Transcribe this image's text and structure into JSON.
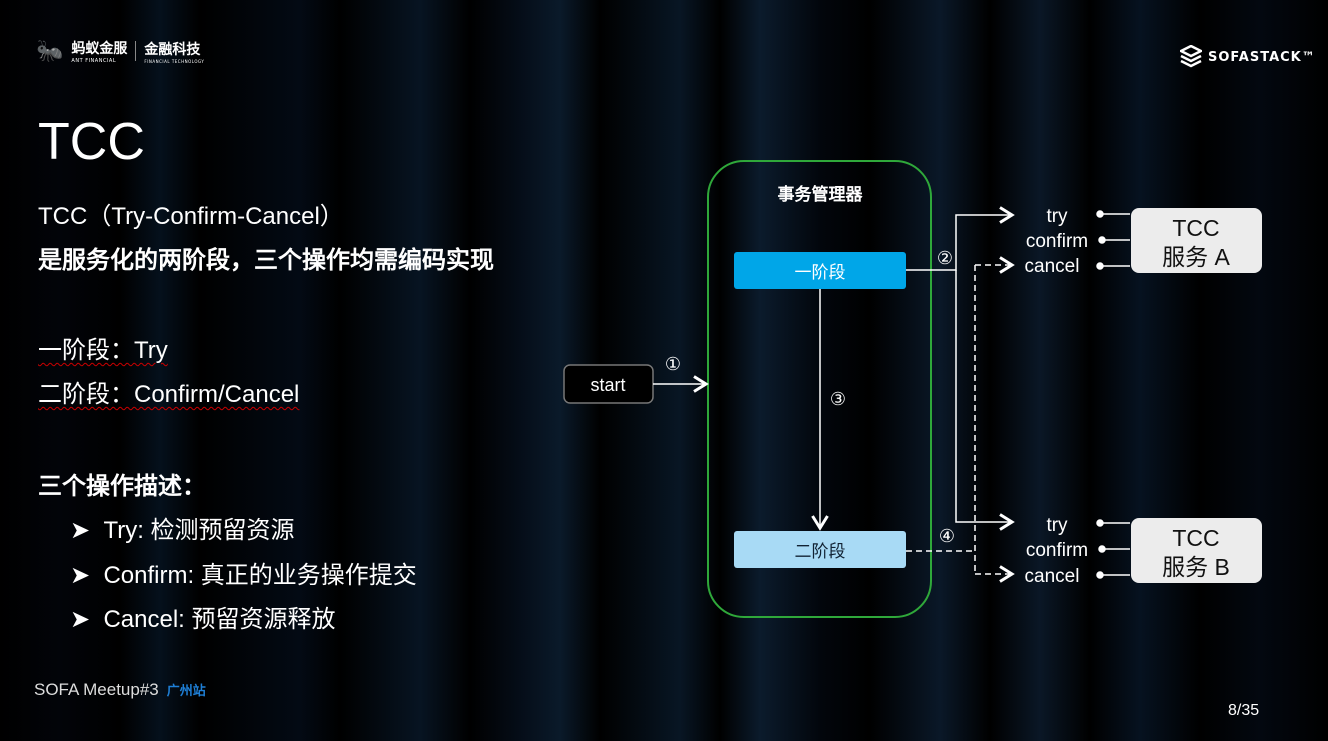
{
  "header": {
    "logo_left_cn": "蚂蚁金服",
    "logo_left_en": "ANT FINANCIAL",
    "logo_left_cn2": "金融科技",
    "logo_left_en2": "FINANCIAL TECHNOLOGY",
    "logo_right": "SOFASTACK™"
  },
  "slide": {
    "title": "TCC",
    "line1": "TCC（Try-Confirm-Cancel）",
    "line2": "是服务化的两阶段，三个操作均需编码实现",
    "phase1": "一阶段：Try",
    "phase2": "二阶段：Confirm/Cancel",
    "ops_heading": "三个操作描述：",
    "ops": [
      "Try: 检测预留资源",
      "Confirm: 真正的业务操作提交",
      "Cancel: 预留资源释放"
    ]
  },
  "diagram": {
    "manager": "事务管理器",
    "phase1": "一阶段",
    "phase2": "二阶段",
    "start": "start",
    "steps": [
      "①",
      "②",
      "③",
      "④"
    ],
    "service_a": {
      "line1": "TCC",
      "line2": "服务 A"
    },
    "service_b": {
      "line1": "TCC",
      "line2": "服务 B"
    },
    "ops": [
      "try",
      "confirm",
      "cancel"
    ],
    "colors": {
      "manager_border": "#2fa83a",
      "phase1": "#00a6e8",
      "phase2": "#a8daf5"
    }
  },
  "footer": {
    "event": "SOFA Meetup#3",
    "city": "广州站",
    "page": "8/35"
  }
}
